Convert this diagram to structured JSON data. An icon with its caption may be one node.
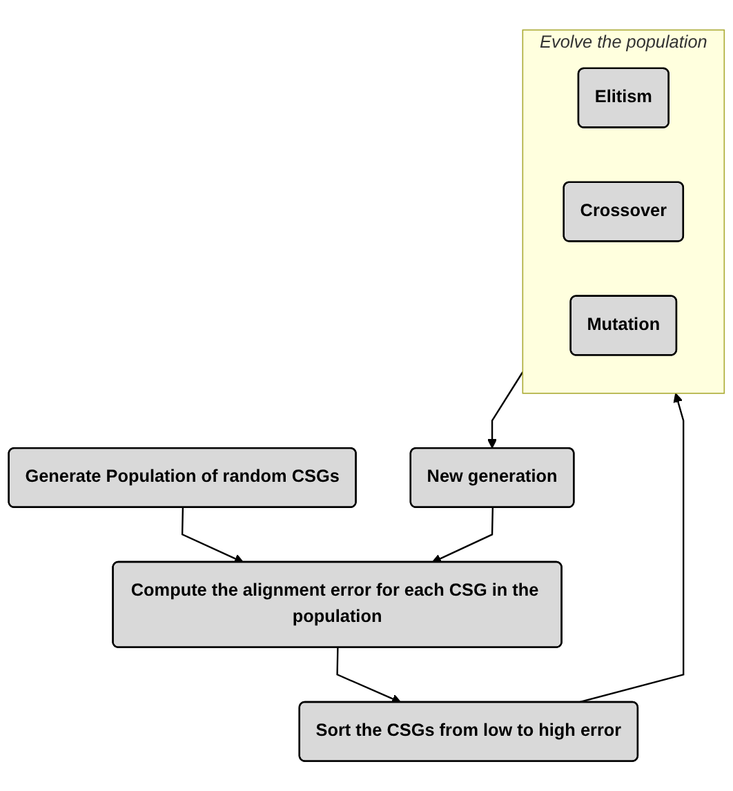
{
  "diagram": {
    "nodes": [
      {
        "text": [
          "Generate Population of random CSGs"
        ]
      },
      {
        "text": [
          "Compute the alignment error for each CSG in the population"
        ]
      },
      {
        "text": [
          "Sort the CSGs from low to high error"
        ]
      },
      {
        "text": [
          "Evolve the population"
        ]
      },
      {
        "text": [
          "Elitism"
        ],
        "in": 3
      },
      {
        "text": [
          "Crossover"
        ],
        "in": 3
      },
      {
        "text": [
          "Mutation"
        ],
        "in": 3
      },
      {
        "text": [
          "New generation"
        ]
      }
    ],
    "edges": [
      {
        "from": 0,
        "to": 1,
        "arrow": "to"
      },
      {
        "from": 1,
        "to": 2,
        "arrow": "to"
      },
      {
        "from": 2,
        "to": 3,
        "arrow": "to"
      },
      {
        "from": 3,
        "to": 7,
        "arrow": "to"
      },
      {
        "from": 7,
        "to": 1,
        "arrow": "to"
      }
    ]
  }
}
